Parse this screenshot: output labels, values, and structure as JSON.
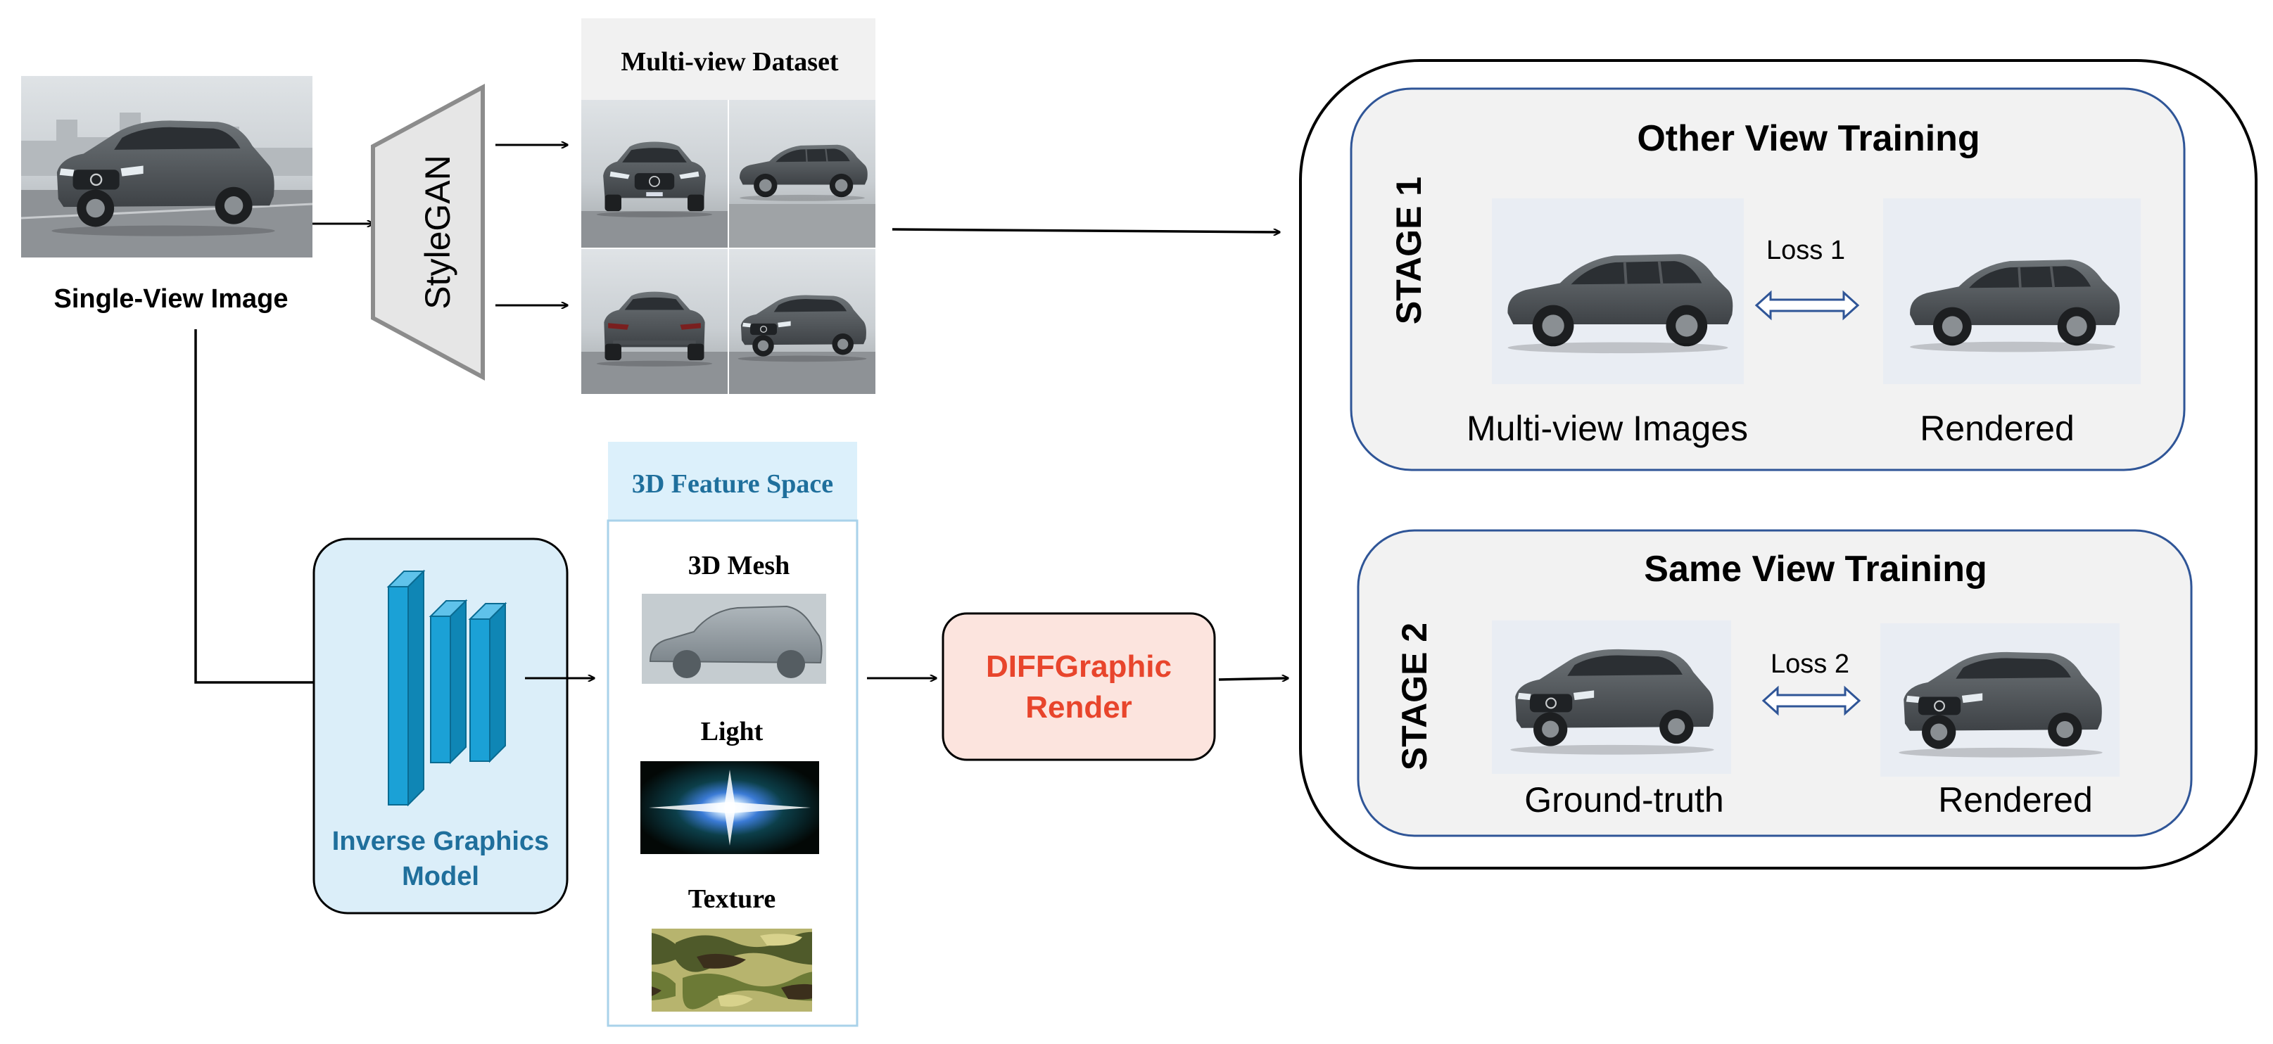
{
  "input": {
    "label": "Single-View Image"
  },
  "stylegan": {
    "label": "StyleGAN"
  },
  "dataset": {
    "title": "Multi-view Dataset"
  },
  "model": {
    "label_line1": "Inverse Graphics",
    "label_line2": "Model"
  },
  "feature_space": {
    "title": "3D Feature Space",
    "items": [
      "3D Mesh",
      "Light",
      "Texture"
    ]
  },
  "render": {
    "label_line1": "DIFFGraphic",
    "label_line2": "Render"
  },
  "stage1": {
    "stage_label": "STAGE 1",
    "title": "Other View Training",
    "loss": "Loss 1",
    "left_caption": "Multi-view Images",
    "right_caption": "Rendered"
  },
  "stage2": {
    "stage_label": "STAGE 2",
    "title": "Same View Training",
    "loss": "Loss 2",
    "left_caption": "Ground-truth",
    "right_caption": "Rendered"
  },
  "colors": {
    "stage_border": "#2f5597",
    "model_fill": "#dbeef9",
    "model_text": "#1f6f9c",
    "cnn_fill": "#1ba1d6",
    "render_fill": "#fce4de",
    "render_text": "#e8452c",
    "feature_fill": "#dcf0fb",
    "feature_text": "#1f6f9c"
  }
}
